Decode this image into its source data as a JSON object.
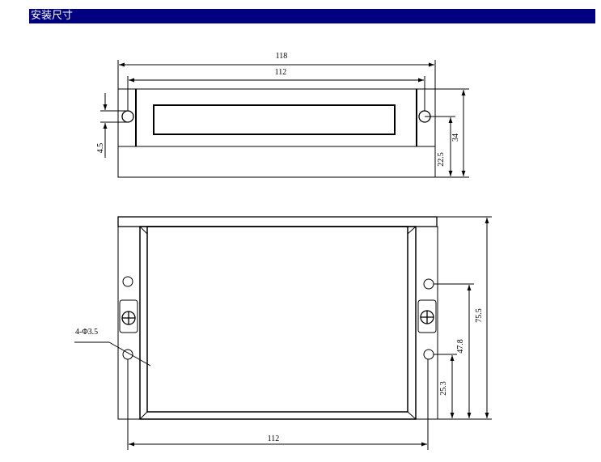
{
  "header": {
    "title": "安装尺寸"
  },
  "colors": {
    "title_bar": "#000080",
    "title_text": "#ffffff",
    "line": "#000000"
  },
  "top_view": {
    "dim_overall_width": "118",
    "dim_hole_spacing": "112",
    "dim_slot_width": "4.5",
    "dim_hole_height": "22.5",
    "dim_total_height": "34"
  },
  "front_view": {
    "hole_callout": "4-Φ3.5",
    "dim_hole_spacing": "112",
    "dim_lower_hole": "25.3",
    "dim_upper_hole": "47.8",
    "dim_total_height": "75.5"
  }
}
